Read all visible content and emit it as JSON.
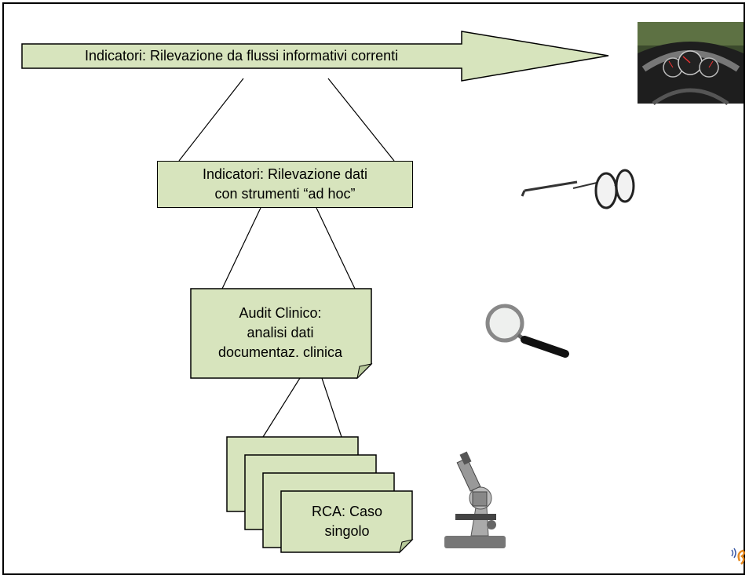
{
  "diagram": {
    "arrow_label": "Indicatori: Rilevazione da flussi informativi correnti",
    "box2": {
      "line1": "Indicatori: Rilevazione dati",
      "line2": "con strumenti “ad hoc”"
    },
    "box3": {
      "line1": "Audit Clinico:",
      "line2": "analisi dati",
      "line3": "documentaz. clinica"
    },
    "box4": {
      "line1": "RCA: Caso",
      "line2": "singolo"
    }
  },
  "colors": {
    "box_fill": "#d7e4bd",
    "stroke": "#000000"
  },
  "icons": [
    "dashboard-photo",
    "glasses-icon",
    "magnifier-icon",
    "microscope-icon",
    "logo-icon"
  ]
}
